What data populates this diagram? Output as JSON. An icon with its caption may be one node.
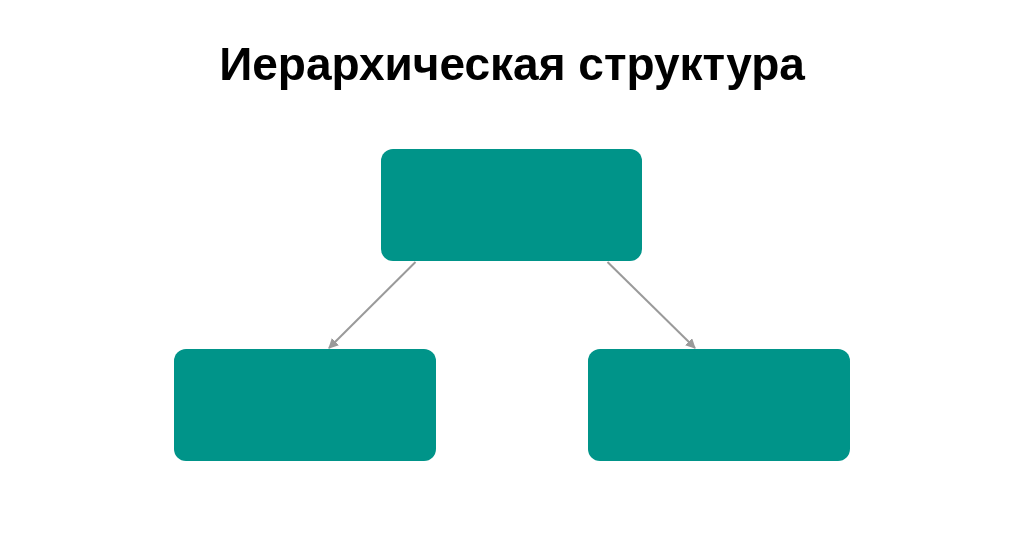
{
  "diagram": {
    "title": "Иерархическая структура",
    "nodes": [
      {
        "text": [],
        "shape": "box"
      },
      {
        "text": [],
        "shape": "box"
      },
      {
        "text": [],
        "shape": "box"
      }
    ],
    "edges": [
      {
        "from": 0,
        "to": 1,
        "arrow": "to"
      },
      {
        "from": 0,
        "to": 2,
        "arrow": "to"
      }
    ]
  }
}
